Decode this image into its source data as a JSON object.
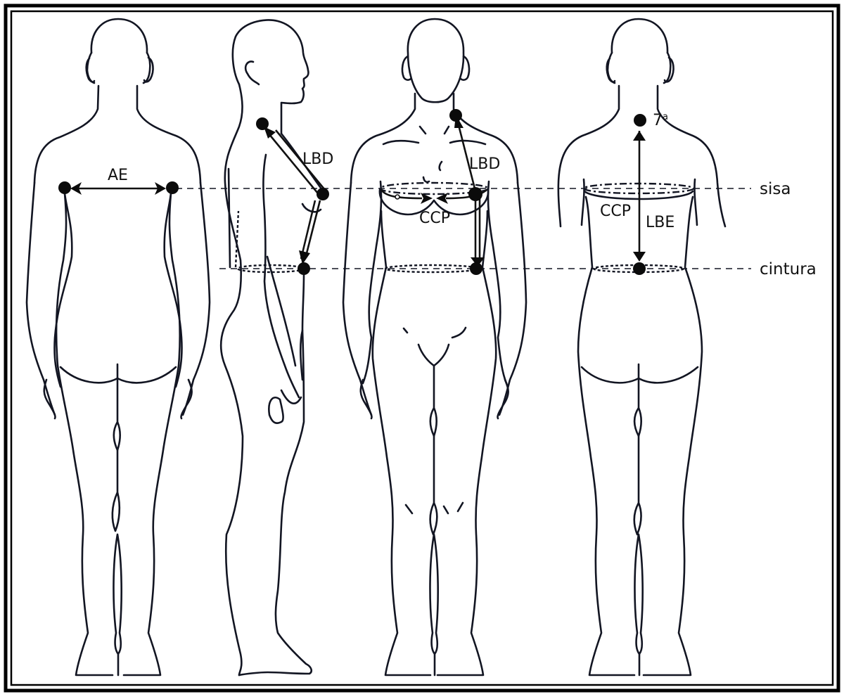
{
  "diagram": {
    "type": "body measurement reference chart",
    "figures": [
      {
        "id": "back-view-ae",
        "view": "back",
        "measurement": "AE"
      },
      {
        "id": "side-view-lbd",
        "view": "side profile",
        "measurement": "LBD"
      },
      {
        "id": "front-view-ccp-lbd",
        "view": "front",
        "measurements": [
          "CCP",
          "LBD"
        ]
      },
      {
        "id": "back-view-ccp-lbe",
        "view": "back",
        "measurements": [
          "CCP",
          "LBE"
        ]
      }
    ],
    "labels": {
      "ae": "AE",
      "lbd_side": "LBD",
      "lbd_front": "LBD",
      "ccp_front": "CCP",
      "ccp_back": "CCP",
      "lbe": "LBE",
      "vertebra": "7",
      "vertebra_sup": "a"
    },
    "guide_lines": {
      "sisa": "sisa",
      "cintura": "cintura"
    },
    "colors": {
      "line": "#121522",
      "background": "#ffffff",
      "border": "#000000"
    }
  }
}
